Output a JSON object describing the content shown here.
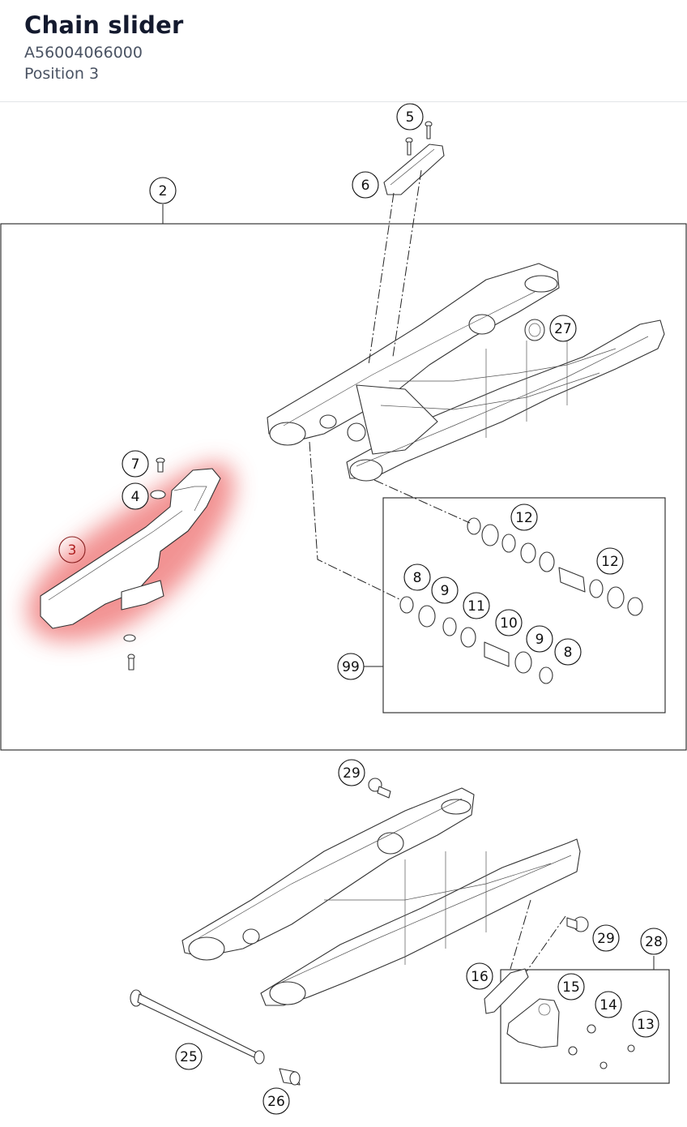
{
  "header": {
    "title": "Chain slider",
    "part_number": "A56004066000",
    "position": "Position 3"
  },
  "diagram": {
    "highlight_color": "#f08080",
    "callouts": [
      "2",
      "3",
      "4",
      "5",
      "6",
      "7",
      "8",
      "9",
      "10",
      "11",
      "12",
      "13",
      "14",
      "15",
      "16",
      "25",
      "26",
      "27",
      "28",
      "29",
      "99"
    ],
    "highlighted_callout": "3"
  }
}
